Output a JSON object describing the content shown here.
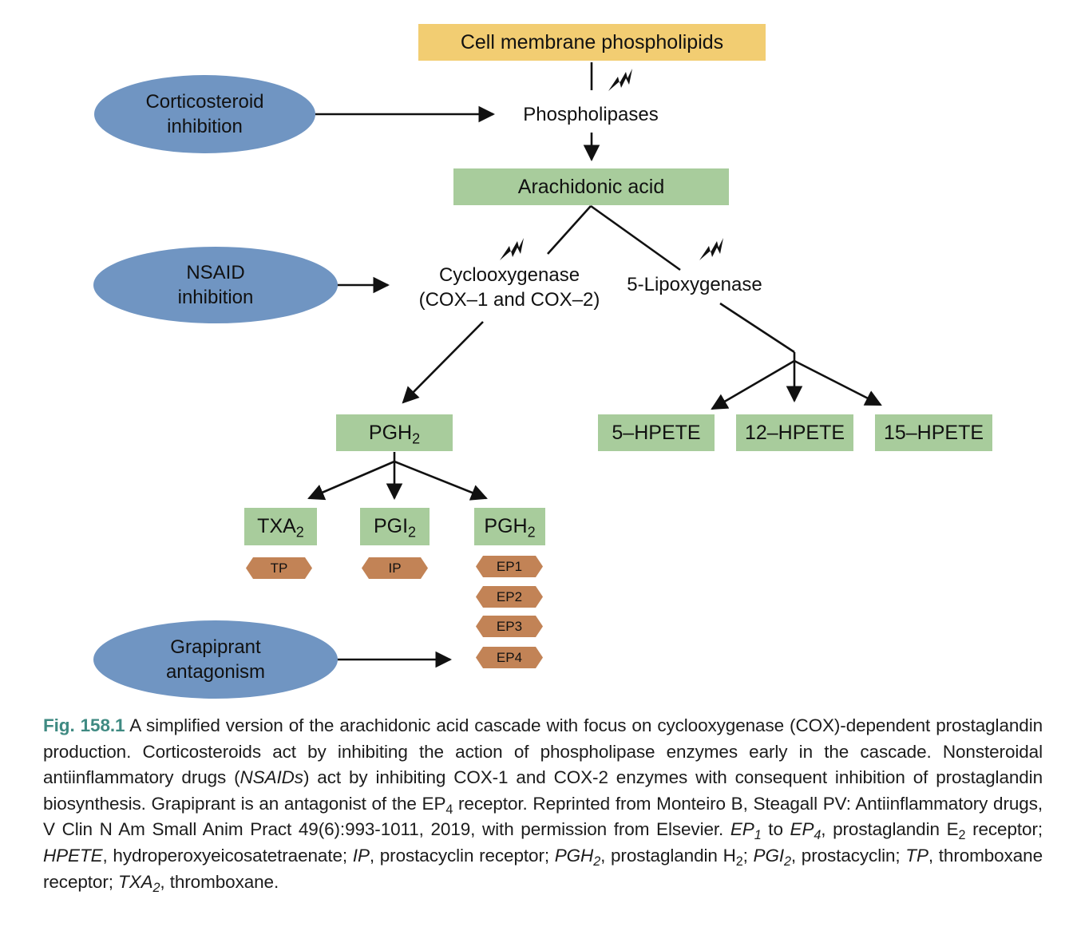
{
  "nodes": {
    "cell_membrane": "Cell membrane phospholipids",
    "phospholipases": "Phospholipases",
    "arachidonic_acid": "Arachidonic acid",
    "cox_line1": "Cyclooxygenase",
    "cox_line2": "(COX–1 and COX–2)",
    "lox": "5-Lipoxygenase",
    "pgh2_base": "PGH",
    "sub2": "2",
    "hpete5": "5–HPETE",
    "hpete12": "12–HPETE",
    "hpete15": "15–HPETE",
    "txa_base": "TXA",
    "pgi_base": "PGI",
    "pgh_base": "PGH"
  },
  "receptors": {
    "tp": "TP",
    "ip": "IP",
    "ep1": "EP1",
    "ep2": "EP2",
    "ep3": "EP3",
    "ep4": "EP4"
  },
  "inhibitors": {
    "corticosteroid_line1": "Corticosteroid",
    "corticosteroid_line2": "inhibition",
    "nsaid_line1": "NSAID",
    "nsaid_line2": "inhibition",
    "grapiprant_line1": "Grapiprant",
    "grapiprant_line2": "antagonism"
  },
  "caption": {
    "fig_label": "Fig. 158.1",
    "t1": " A simplified version of the arachidonic acid cascade with focus on cyclooxygenase (COX)-dependent prostaglandin production. Corticosteroids act by inhibiting the action of phospholipase enzymes early in the cascade. Nonsteroidal antiinflammatory drugs (",
    "nsaids": "NSAIDs",
    "t2": ") act by inhibiting COX-1 and COX-2 enzymes with consequent inhibition of prostaglandin biosynthesis. Grapiprant is an antagonist of the EP",
    "sub4": "4",
    "t3": " receptor. Reprinted from Monteiro B, Steagall PV: Antiinflammatory drugs, V Clin N Am Small Anim Pract 49(6):993-1011, 2019, with permission from Elsevier. ",
    "ep": "EP",
    "sub1": "1",
    "to": " to ",
    "t4": ", prostaglandin E",
    "sub2": "2",
    "t5": " receptor; ",
    "hpete": "HPETE",
    "t6": ", hydroperoxyeicosatetraenate; ",
    "ip": "IP",
    "t7": ", prostacyclin receptor; ",
    "pgh": "PGH",
    "t8": ", prostaglandin H",
    "t9": "; ",
    "pgi": "PGI",
    "t10": ", prostacyclin; ",
    "tp": "TP",
    "t11": ", thromboxane receptor; ",
    "txa": "TXA",
    "t12": ", thromboxane."
  },
  "colors": {
    "green": "#a8cc9c",
    "yellow": "#f2cd72",
    "blue": "#7095c2",
    "receptor": "#c28356",
    "caption_accent": "#3f8a82"
  }
}
